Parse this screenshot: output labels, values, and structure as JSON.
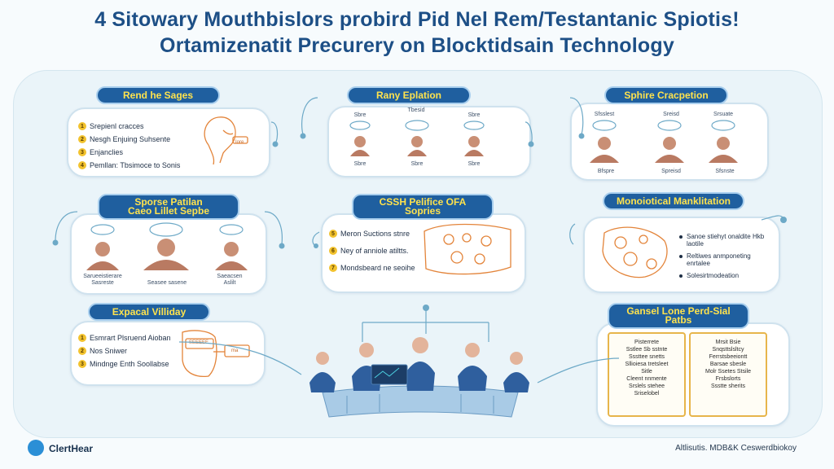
{
  "header": {
    "title_line1": "4 Sitowary Mouthbislors probird Pid Nel Rem/Testantanic Spiotis!",
    "title_line2": "Ortamizenatit Precurery on Blocktidsain Technology"
  },
  "panels": {
    "p1": {
      "label": "Rend he Sages",
      "items": [
        "Srepienl cracces",
        "Nesgh Enjuing Suhsente",
        "Enjanclies",
        "Pemllan: Tbsimoce to Sonis"
      ],
      "note": "Iore"
    },
    "p2": {
      "label": "Rany Eplation",
      "tops": [
        "Sbre",
        "Tbesid",
        "Sbre"
      ],
      "caps": [
        "Sbre",
        "Sbre",
        "Sbre"
      ]
    },
    "p3": {
      "label": "Sphire Cracpetion",
      "tops": [
        "Sfsslest",
        "Sreisd",
        "Srsuate"
      ],
      "caps": [
        "Bfspre",
        "Spreisd",
        "Sfsnste"
      ]
    },
    "p4": {
      "label_line1": "Sporse Patilan",
      "label_line2": "Caeo Lillet Sepbe",
      "caps": [
        "Sarueeistierare Sasreste",
        "Seasee sasene",
        "Saeacsen Aslilt"
      ]
    },
    "p5": {
      "label_line1": "CSSH Pelifice OFA",
      "label_line2": "Sopries",
      "items": [
        "Meron Suctions stnre",
        "Ney of anniole atiltts.",
        "Mondsbeard ne seoihe"
      ]
    },
    "p6": {
      "label": "Monoiotical Manklitation",
      "items": [
        "Sanoe stiehyt onaldite Hkb laotile",
        "Reltiwes anmponeting enrtalee",
        "Solesirtmodeation"
      ]
    },
    "p7": {
      "label": "Expacal Villiday",
      "items": [
        "Esmrart Plsruend Aioban",
        "Nos Sniwer",
        "Mindnge Enth Soollabse"
      ],
      "field1": "SEEEEE",
      "field2": "ma"
    },
    "p8": {
      "label_line1": "Gansel Lone Perd-Sial",
      "label_line2": "Patbs",
      "left_text": [
        "Pisterrete",
        "Sstlee Sb sstnte",
        "Sssttee snetts",
        "Sllioiesa tretsleet",
        "Sitle",
        "Cleent nnmente",
        "Srslels stehee",
        "Sriselobel"
      ],
      "right_text": [
        "Mrsit Bsie",
        "Snqsttslsltcy",
        "Ferrstsbeeiontt",
        "Barsae sbesle",
        "Molr Ssetes Stsile",
        "Frsbslorts",
        "Ssstte sherits"
      ]
    }
  },
  "footer": {
    "brand": "ClertHear",
    "right_text": "Altlisutis. MDB&K Ceswerdbiokoy"
  },
  "colors": {
    "pill_bg": "#1f5f9f",
    "pill_text": "#ffe34d",
    "accent_orange": "#e3843a",
    "canvas": "#eaf4f9"
  }
}
